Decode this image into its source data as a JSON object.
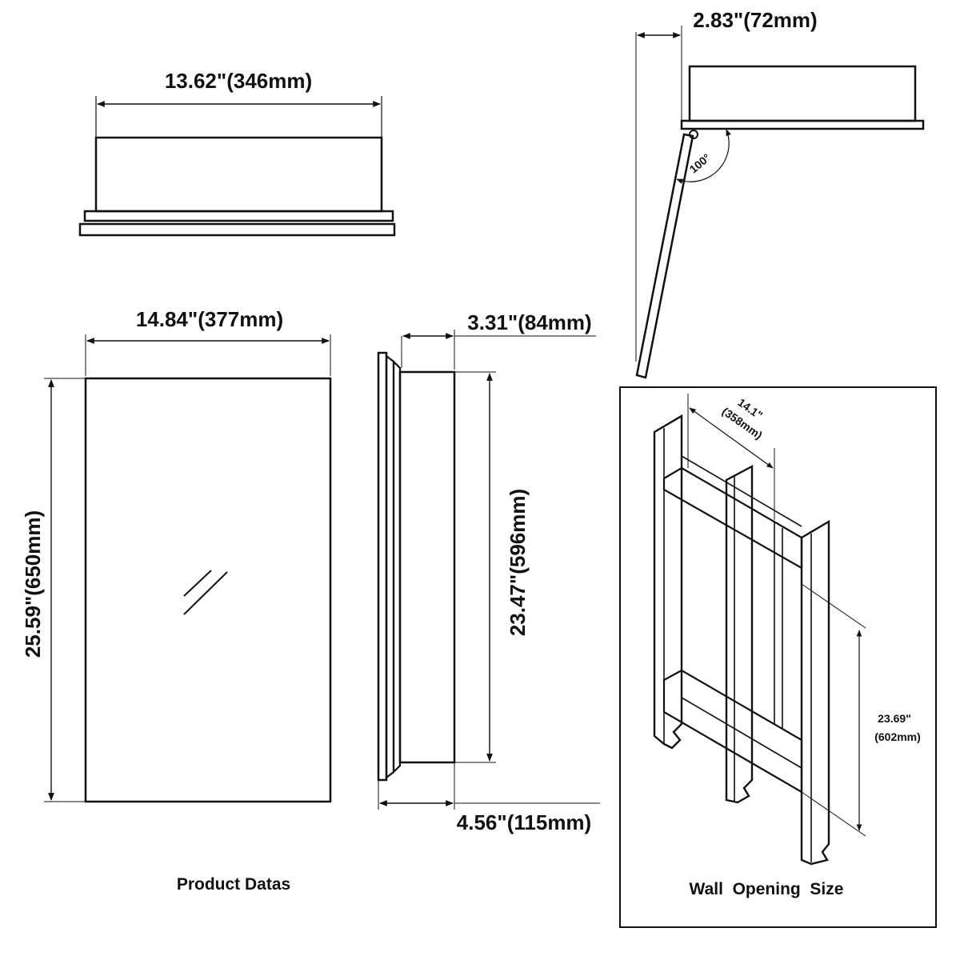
{
  "top_view": {
    "width_label": "13.62\"(346mm)"
  },
  "hinge_view": {
    "depth_label": "2.83\"(72mm)",
    "angle_label": "100°"
  },
  "front_view": {
    "width_label": "14.84\"(377mm)",
    "height_label": "25.59\"(650mm)"
  },
  "side_view": {
    "frame_depth_label": "3.31\"(84mm)",
    "body_height_label": "23.47\"(596mm)",
    "total_depth_label": "4.56\"(115mm)"
  },
  "captions": {
    "product": "Product Datas",
    "wall": "Wall  Opening  Size"
  },
  "wall_opening": {
    "width_label_in": "14.1\"",
    "width_label_mm": "(358mm)",
    "height_label_in": "23.69\"",
    "height_label_mm": "(602mm)"
  },
  "colors": {
    "ink": "#111111",
    "background": "#ffffff"
  }
}
